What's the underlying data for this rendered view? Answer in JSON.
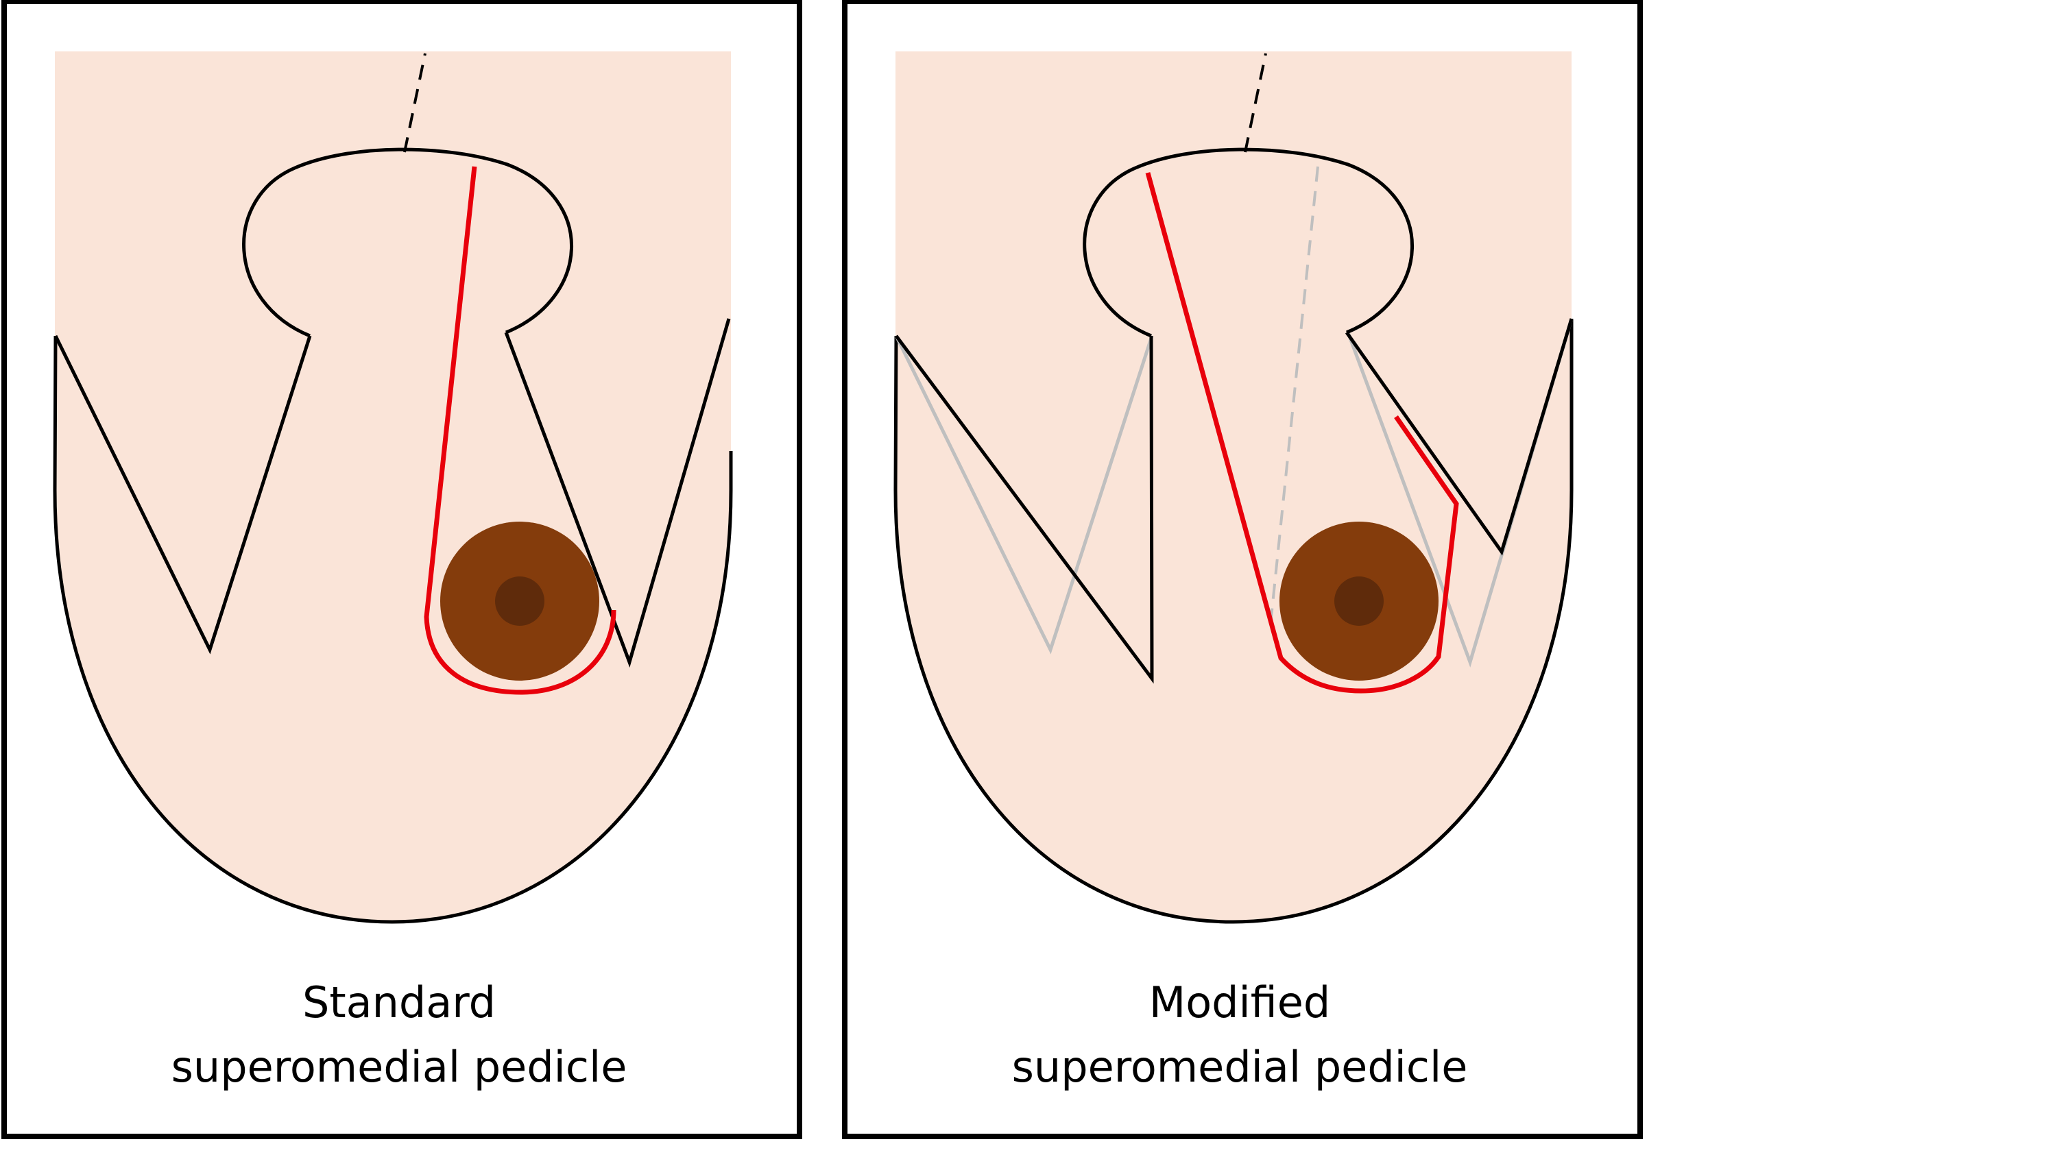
{
  "panels": [
    {
      "caption_line1": "Standard",
      "caption_line2": "superomedial pedicle"
    },
    {
      "caption_line1": "Modified",
      "caption_line2": "superomedial pedicle"
    }
  ],
  "colors": {
    "skin": "#FAE4D8",
    "outline": "#000000",
    "incision": "#E8000B",
    "previous_marking": "#BFBFBF",
    "areola": "#843C0C",
    "nipple": "#5F2B0B",
    "frame": "#000000"
  }
}
